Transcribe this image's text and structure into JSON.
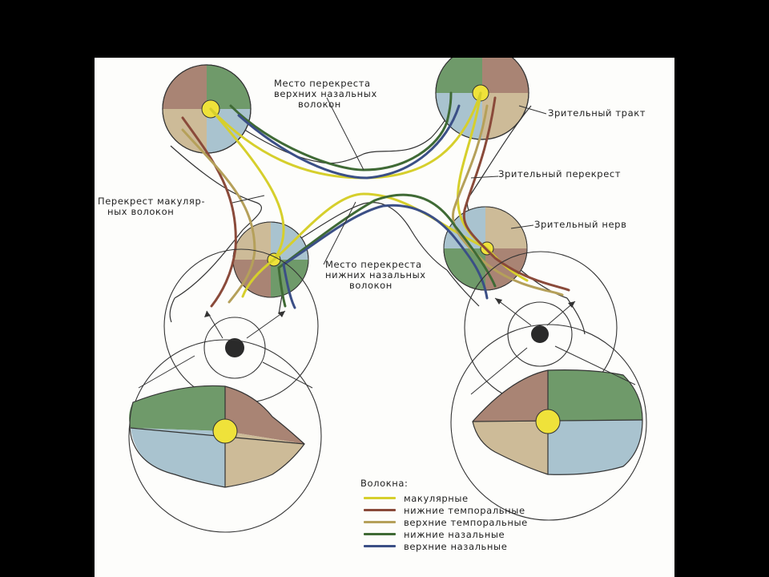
{
  "labels": {
    "upper_crossing_line1": "Место перекреста",
    "upper_crossing_line2": "верхних назальных",
    "upper_crossing_line3": "волокон",
    "optic_tract": "Зрительный тракт",
    "optic_chiasm": "Зрительный перекрест",
    "macular_crossing_line1": "Перекрест макуляр-",
    "macular_crossing_line2": "ных волокон",
    "optic_nerve": "Зрительный нерв",
    "lower_crossing_line1": "Место перекреста",
    "lower_crossing_line2": "нижних назальных",
    "lower_crossing_line3": "волокон"
  },
  "legend": {
    "title": "Волокна:",
    "items": [
      {
        "label": "макулярные",
        "color": "#d6cf2c"
      },
      {
        "label": "нижние темпоральные",
        "color": "#8a4a3a"
      },
      {
        "label": "верхние темпоральные",
        "color": "#b5a05a"
      },
      {
        "label": "нижние назальные",
        "color": "#3f6a35"
      },
      {
        "label": "верхние назальные",
        "color": "#3b4f86"
      }
    ]
  },
  "colors": {
    "macular": "#d6cf2c",
    "lower_temporal": "#8a4a3a",
    "upper_temporal": "#b5a05a",
    "lower_nasal": "#3f6a35",
    "upper_nasal": "#3b4f86",
    "quadrant_green": "#6f9a6a",
    "quadrant_brown": "#a98474",
    "quadrant_blue": "#a9c3cf",
    "quadrant_tan": "#cdbb98",
    "center_yellow": "#efe23a"
  }
}
